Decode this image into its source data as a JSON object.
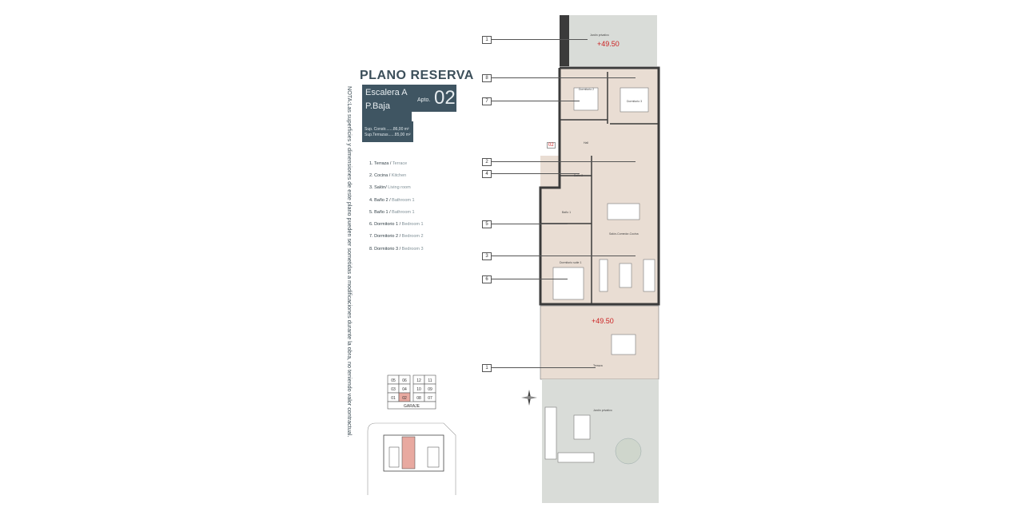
{
  "sheet": {
    "title": "PLANO RESERVA",
    "staircase": "Escalera A",
    "floor": "P.Baja",
    "apto_label": "Apto.",
    "apto_number": "02",
    "sup_constr": "Sup. Constr.......86,00 m²",
    "sup_terrazas": "Sup.Terrazas......85,00 m²",
    "nota": "NOTA:Las superficies y dimensiones de este plano pueden ser sometidas a modificaciones durante la obra, no teniendo valor contractual."
  },
  "legend": [
    {
      "num": "1.",
      "es": "Terraza",
      "en": "Terrace"
    },
    {
      "num": "2.",
      "es": "Cocina",
      "en": "Kitchen"
    },
    {
      "num": "3.",
      "es": "Salón",
      "en": "Living room"
    },
    {
      "num": "4.",
      "es": "Baño 2",
      "en": "Bathroom 1"
    },
    {
      "num": "5.",
      "es": "Baño 1",
      "en": "Bathroom 1"
    },
    {
      "num": "6.",
      "es": "Dormitorio 1",
      "en": "Bedroom 1"
    },
    {
      "num": "7.",
      "es": "Dormitorio 2",
      "en": "Bedroom 2"
    },
    {
      "num": "8.",
      "es": "Dormitorio 3",
      "en": "Bedroom 3"
    }
  ],
  "callouts": [
    "1",
    "8",
    "7",
    "2",
    "4",
    "5",
    "3",
    "6",
    "1"
  ],
  "plan": {
    "level_top": "+49.50",
    "level_bottom": "+49.50",
    "unit_tag": "02",
    "rooms": {
      "jardin_top": "Jardín privativo",
      "dorm2": "Dormitorio 2",
      "dorm3": "Dormitorio 3",
      "hall": "Hall",
      "bano2": "Baño 2",
      "bano1": "Baño 1",
      "salon": "Salón-Comedor-Cocina",
      "dorm1": "Dormitorio suite 1",
      "terraza": "Terraza",
      "jardin_bottom": "Jardín privativo"
    }
  },
  "keyplan": {
    "cells": [
      "05",
      "06",
      "12",
      "11",
      "03",
      "04",
      "10",
      "09",
      "01",
      "02",
      "08",
      "07"
    ],
    "garaje": "GARAJE",
    "highlight": "02",
    "highlight_color": "#e8a9a0"
  },
  "colors": {
    "panel": "#3f5562",
    "floor": "#e9ddd3",
    "garden": "#d9dcd8",
    "wall": "#3b3b3b",
    "level_red": "#cc2222"
  }
}
